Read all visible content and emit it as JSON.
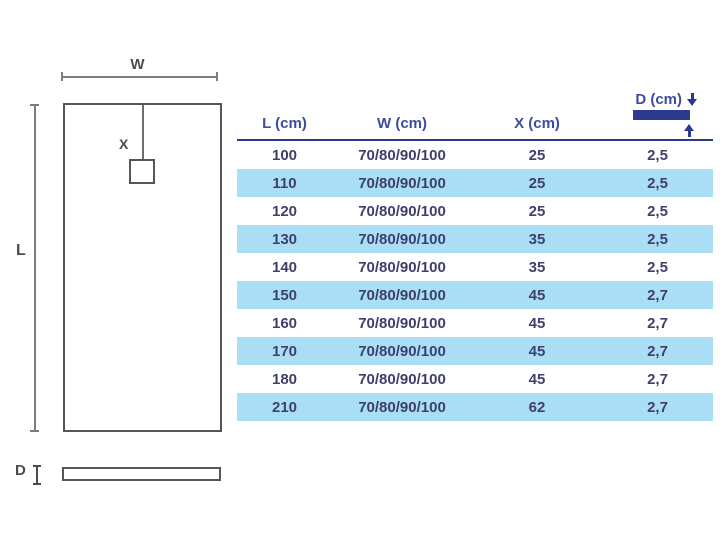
{
  "diagram": {
    "width_label": "W",
    "length_label": "L",
    "drain_position_label": "X",
    "depth_label": "D"
  },
  "table": {
    "headers": {
      "l": "L (cm)",
      "w": "W (cm)",
      "x": "X (cm)",
      "d": "D (cm)"
    },
    "rows": [
      {
        "l": "100",
        "w": "70/80/90/100",
        "x": "25",
        "d": "2,5"
      },
      {
        "l": "110",
        "w": "70/80/90/100",
        "x": "25",
        "d": "2,5"
      },
      {
        "l": "120",
        "w": "70/80/90/100",
        "x": "25",
        "d": "2,5"
      },
      {
        "l": "130",
        "w": "70/80/90/100",
        "x": "35",
        "d": "2,5"
      },
      {
        "l": "140",
        "w": "70/80/90/100",
        "x": "35",
        "d": "2,5"
      },
      {
        "l": "150",
        "w": "70/80/90/100",
        "x": "45",
        "d": "2,7"
      },
      {
        "l": "160",
        "w": "70/80/90/100",
        "x": "45",
        "d": "2,7"
      },
      {
        "l": "170",
        "w": "70/80/90/100",
        "x": "45",
        "d": "2,7"
      },
      {
        "l": "180",
        "w": "70/80/90/100",
        "x": "45",
        "d": "2,7"
      },
      {
        "l": "210",
        "w": "70/80/90/100",
        "x": "62",
        "d": "2,7"
      }
    ]
  },
  "icons": {
    "depth_top": "arrow-down-icon",
    "depth_bottom": "arrow-up-icon"
  },
  "colors": {
    "accent_navy": "#2b3990",
    "header_text": "#3d4da1",
    "cell_text": "#3f3f6e",
    "row_highlight": "#a9def5",
    "diagram_line": "#7d7d80",
    "diagram_border": "#55555a",
    "diagram_label": "#4c4c4f",
    "background": "#ffffff"
  }
}
